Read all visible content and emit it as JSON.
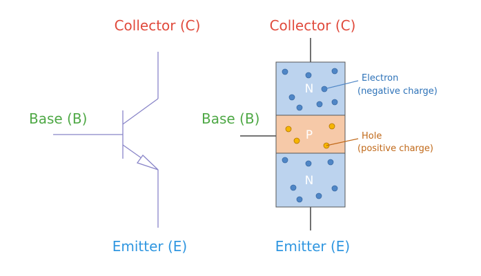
{
  "colors": {
    "collector": "#e04a3c",
    "base": "#4ea845",
    "emitter": "#2f96e0",
    "symbol_line": "#8884c8",
    "n_fill": "#bcd3ee",
    "p_fill": "#f6c9a8",
    "electron": "#4f86c6",
    "hole": "#f6b500",
    "electron_note": "#2d72b8",
    "hole_note": "#c06818"
  },
  "symbol": {
    "collector_label": "Collector (C)",
    "base_label": "Base (B)",
    "emitter_label": "Emitter (E)"
  },
  "structure": {
    "collector_label": "Collector (C)",
    "base_label": "Base (B)",
    "emitter_label": "Emitter (E)",
    "top_region": "N",
    "middle_region": "P",
    "bottom_region": "N",
    "electron_note_line1": "Electron",
    "electron_note_line2": "(negative charge)",
    "hole_note_line1": "Hole",
    "hole_note_line2": "(positive charge)"
  }
}
